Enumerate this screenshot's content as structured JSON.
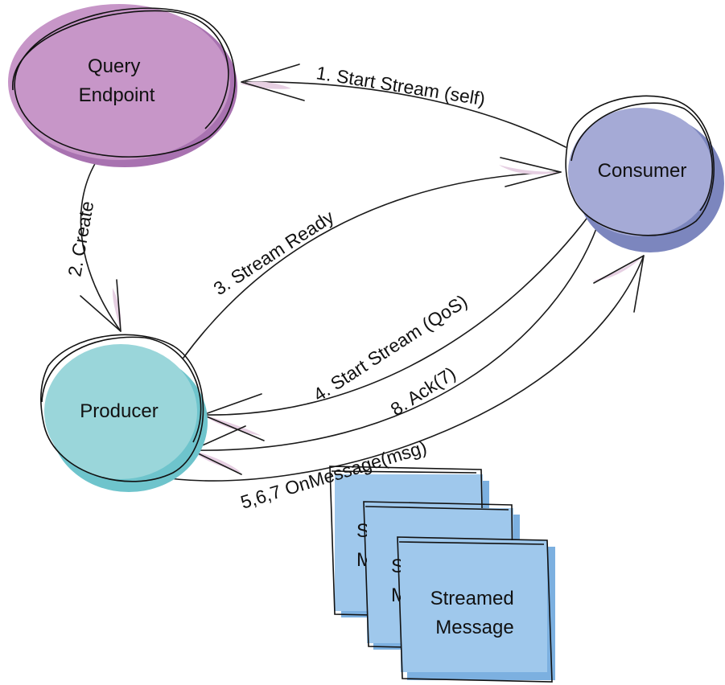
{
  "diagram": {
    "nodes": {
      "query_endpoint": {
        "lines": [
          "Query",
          "Endpoint"
        ],
        "color": "#c796c8",
        "shade": "#a872b0"
      },
      "consumer": {
        "lines": [
          "Consumer"
        ],
        "color": "#a5aad6",
        "shade": "#7c86be"
      },
      "producer": {
        "lines": [
          "Producer"
        ],
        "color": "#9ad6da",
        "shade": "#6ec4cc"
      }
    },
    "messages": {
      "lines": [
        "Streamed",
        "Message"
      ],
      "back1_fragment": [
        "S",
        "M"
      ],
      "back2_fragment": [
        "S",
        "M"
      ],
      "color": "#9fc8ec",
      "shade": "#7cb0e0"
    },
    "edges": {
      "start_stream_self": "1. Start Stream (self)",
      "create": "2. Create",
      "stream_ready": "3. Stream Ready",
      "start_stream_qos": "4. Start Stream (QoS)",
      "on_message": "5,6,7 OnMessage(msg)",
      "ack": "8. Ack(7)"
    }
  }
}
